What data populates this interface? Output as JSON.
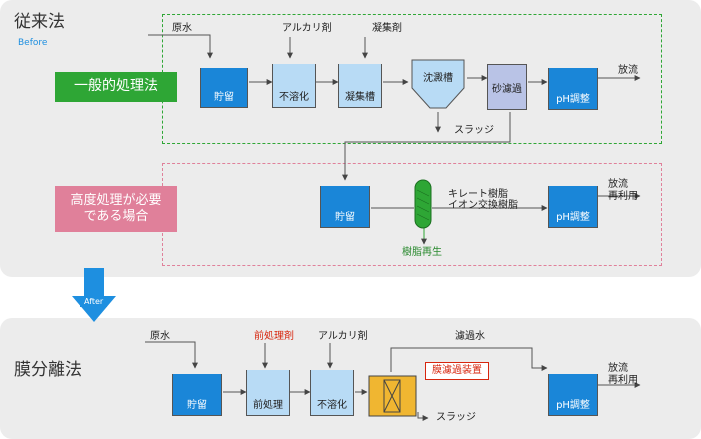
{
  "before": {
    "title": "従来法",
    "badge": "Before",
    "general_label": "一般的処理法",
    "advanced_label": "高度処理が必要である場合",
    "raw_water": "原水",
    "alkali": "アルカリ剤",
    "coagulant": "凝集剤",
    "tanks": {
      "storage": "貯留",
      "insolubilize": "不溶化",
      "coagulation": "凝集槽",
      "sedimentation": "沈澱槽",
      "sand_filter": "砂濾過",
      "ph": "pH調整"
    },
    "discharge": "放流",
    "sludge": "スラッジ",
    "adv_storage": "貯留",
    "chelate": "キレート樹脂",
    "ion_exchange": "イオン交換樹脂",
    "adv_ph": "pH調整",
    "adv_discharge": "放流",
    "adv_reuse": "再利用",
    "regeneration": "樹脂再生"
  },
  "after_badge": "After",
  "after": {
    "title": "膜分離法",
    "raw_water": "原水",
    "pretreatment_agent": "前処理剤",
    "alkali": "アルカリ剤",
    "filtrate": "濾過水",
    "membrane_unit": "膜濾過装置",
    "tanks": {
      "storage": "貯留",
      "pretreatment": "前処理",
      "insolubilize": "不溶化",
      "ph": "pH調整"
    },
    "discharge": "放流",
    "reuse": "再利用",
    "sludge": "スラッジ"
  },
  "colors": {
    "tank_blue": "#1a86d8",
    "tank_light": "#b8dbf5",
    "green": "#2ea635",
    "pink": "#e0809a",
    "orange": "#f0b631",
    "red": "#d7260e",
    "arrow_blue": "#1e8fe0"
  }
}
